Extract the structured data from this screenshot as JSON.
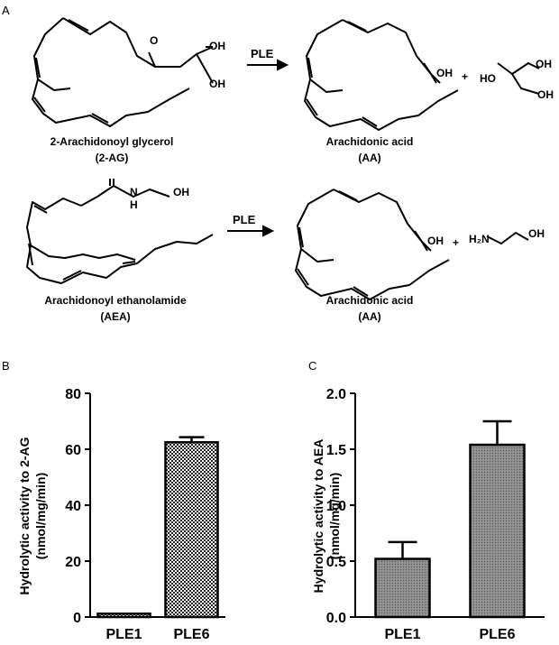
{
  "panels": {
    "a": "A",
    "b": "B",
    "c": "C"
  },
  "reaction1": {
    "substrate_name": "2-Arachidonoyl glycerol",
    "substrate_abbr": "(2-AG)",
    "enzyme": "PLE",
    "product_name": "Arachidonic acid",
    "product_abbr": "(AA)",
    "plus": "+",
    "oh1": "OH",
    "oh2": "OH",
    "o_ester": "O",
    "o_acid": "OH",
    "gly_ho": "HO",
    "gly_oh1": "OH",
    "gly_oh2": "OH"
  },
  "reaction2": {
    "substrate_name": "Arachidonoyl ethanolamide",
    "substrate_abbr": "(AEA)",
    "enzyme": "PLE",
    "product_name": "Arachidonic acid",
    "product_abbr": "(AA)",
    "plus": "+",
    "amide_h": "H",
    "amide_n": "N",
    "oh": "OH",
    "o_acid": "OH",
    "etn_h2n": "H₂N",
    "etn_oh": "OH"
  },
  "chart_data": [
    {
      "type": "bar",
      "ylabel_line1": "Hydrolytic activity to 2-AG",
      "ylabel_line2": "(nmol/mg/min)",
      "categories": [
        "PLE1",
        "PLE6"
      ],
      "values": [
        1.2,
        62.5
      ],
      "errors": [
        0,
        1.8
      ],
      "ylim": [
        0,
        80
      ],
      "yticks": [
        "0",
        "20",
        "40",
        "60",
        "80"
      ],
      "fill": "checkered"
    },
    {
      "type": "bar",
      "ylabel_line1": "Hydrolytic activity to AEA",
      "ylabel_line2": "(nmol/mg/min)",
      "categories": [
        "PLE1",
        "PLE6"
      ],
      "values": [
        0.52,
        1.54
      ],
      "errors": [
        0.15,
        0.21
      ],
      "ylim": [
        0,
        2.0
      ],
      "yticks": [
        "0.0",
        "0.5",
        "1.0",
        "1.5",
        "2.0"
      ],
      "fill": "grey-hatched"
    }
  ]
}
